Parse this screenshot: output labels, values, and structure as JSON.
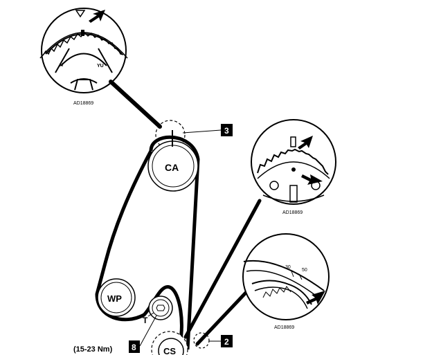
{
  "diagram": {
    "pulleys": {
      "camshaft": "CA",
      "water_pump": "WP",
      "tensioner": "T",
      "crankshaft": "CS"
    },
    "callouts": {
      "camshaft_detail": "3",
      "crank_detail": "2",
      "tensioner_step": "8"
    },
    "torque_spec": "(15-23 Nm)",
    "detail_codes": {
      "cam_sprocket": "AD18869",
      "crank_sprocket": "AD18869",
      "belt_section": "AD18869"
    },
    "cam_inset": {
      "mark_left": "H",
      "mark_right": "YU"
    },
    "belt_inset": {
      "mark_a": "30",
      "mark_b": "50"
    }
  }
}
